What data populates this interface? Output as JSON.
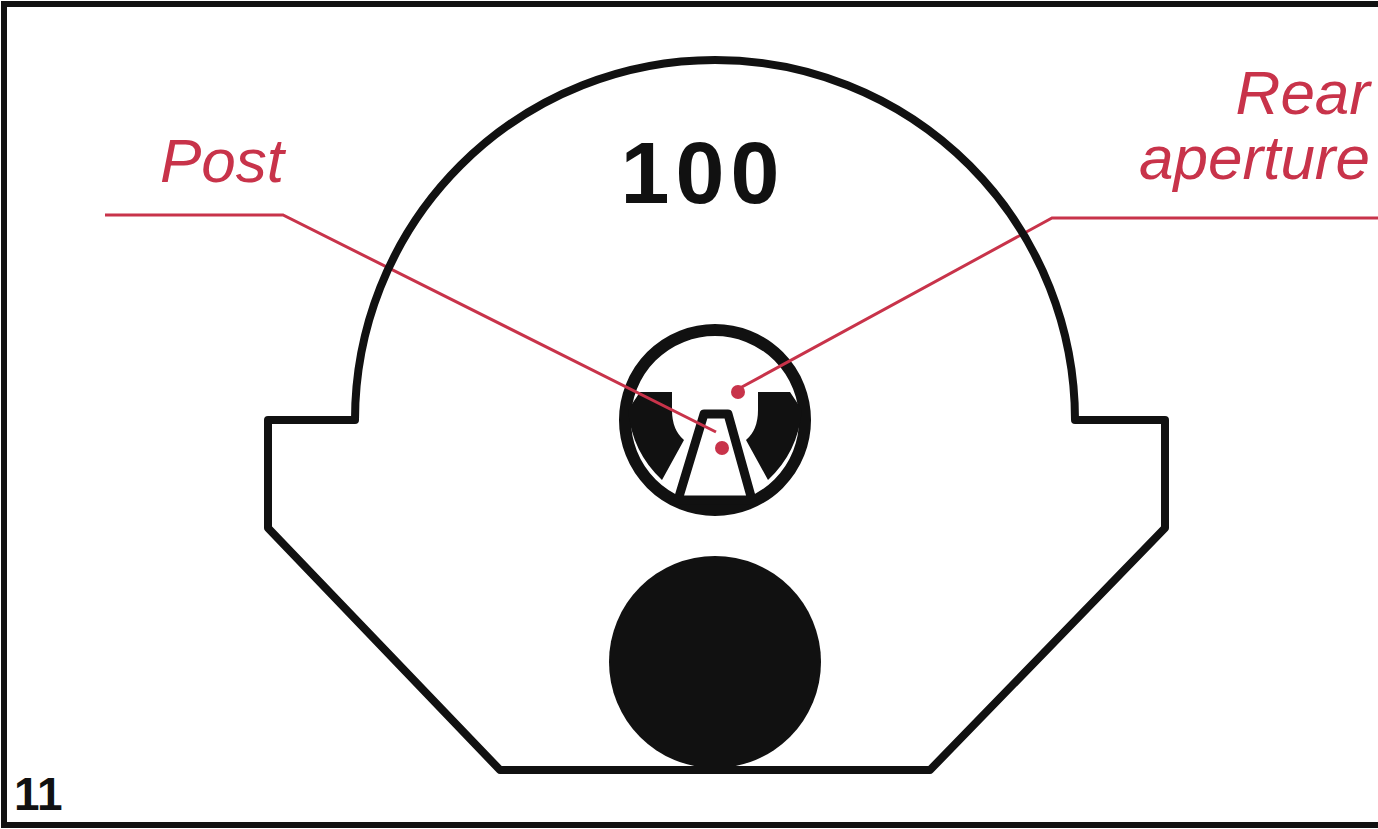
{
  "diagram": {
    "nodes": [
      {
        "text": [
          "100"
        ]
      }
    ],
    "labels": [
      "Post",
      "Rear aperture",
      "11"
    ]
  }
}
